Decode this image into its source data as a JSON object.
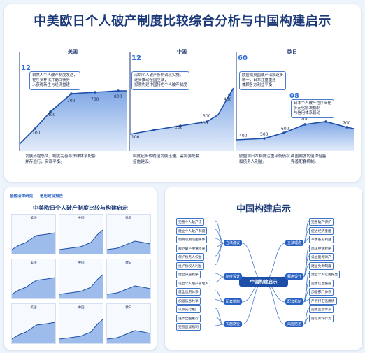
{
  "top": {
    "title": "中美欧日个人破产制度比较综合分析与中国构建启示",
    "segments": {
      "left": {
        "label": "美国",
        "big": "12",
        "callout": [
          "自然人个人破产制度发达，",
          "程序多样化并确保债务",
          "人获得新生与经济重建"
        ],
        "values": [
          "100",
          "400",
          "700",
          "700",
          "800"
        ],
        "note": [
          "发展历程悠久，制度完善与法律体系配套",
          "并存运行，实现平衡。"
        ]
      },
      "middle": {
        "label": "中国",
        "big": "12",
        "callout": [
          "深圳个人破产条例试点实施，",
          "逐步推动全国立法，",
          "探索构建中国特色个人破产制度"
        ],
        "values": [
          "100",
          "200",
          "300",
          "300",
          "400"
        ],
        "note": [
          "制度起步较晚但发展迅速，需加强配套",
          "措施建设。"
        ]
      },
      "right": {
        "label": "欧日",
        "big": "60",
        "big2": "08",
        "callout": [
          "欧盟成员国破产法规逐步",
          "统一，日本注重重建",
          "兼顾各方利益平衡"
        ],
        "callout2": [
          "日本个人破产程序简化",
          "多元化解决机制",
          "与信用体系联动"
        ],
        "values": [
          "400",
          "500",
          "600",
          "700",
          "700",
          "700"
        ],
        "note": [
          "欧盟和日本制度注重平衡债权人",
          "和债务人利益。"
        ],
        "note2": [
          "两国制度均值得借鉴，",
          "完善配套机制。"
        ]
      }
    }
  },
  "bottom_left": {
    "logos": [
      "金融法律研究",
      "信用建设报告"
    ],
    "title": "中美欧日个人破产制度比较与构建启示",
    "thumb_labels": [
      "美国",
      "中国",
      "欧日",
      "美国",
      "中国",
      "欧日",
      "美国",
      "中国",
      "欧日"
    ]
  },
  "mindmap": {
    "title": "中国构建启示",
    "center": "中国构建启示",
    "left_branches": [
      {
        "label": "立法建议",
        "items": [
          "完善个人破产法",
          "建立个人破产制度",
          "明确适用范围条件",
          "规范破产申请程序",
          "保护债务人权益",
          "维护债权人利益"
        ]
      },
      {
        "label": "制度设计",
        "items": [
          "建立分层程序",
          "设立个人破产管理人"
        ]
      },
      {
        "label": "配套措施",
        "items": [
          "健全信用体系",
          "加强信息共享"
        ]
      },
      {
        "label": "实施路径",
        "items": [
          "试点先行推广",
          "逐步全国推行",
          "完善监督机制"
        ]
      }
    ],
    "right_branches": [
      {
        "label": "立法理念",
        "items": [
          "完善破产保护",
          "促进经济重建",
          "平衡各方利益"
        ]
      },
      {
        "label": "程序设计",
        "items": [
          "简化申请程序",
          "设立豁免财产",
          "建立免责制度"
        ]
      },
      {
        "label": "配套机制",
        "items": [
          "建立个人信用报告",
          "完善信息披露",
          "加强部门协作",
          "严厉打击逃废债"
        ]
      },
      {
        "label": "风险防范",
        "items": [
          "完善监督体系",
          "防范欺诈行为"
        ]
      }
    ]
  },
  "colors": {
    "accent": "#2a62c4",
    "title": "#1d3a78",
    "area": "#8fb2e8"
  }
}
